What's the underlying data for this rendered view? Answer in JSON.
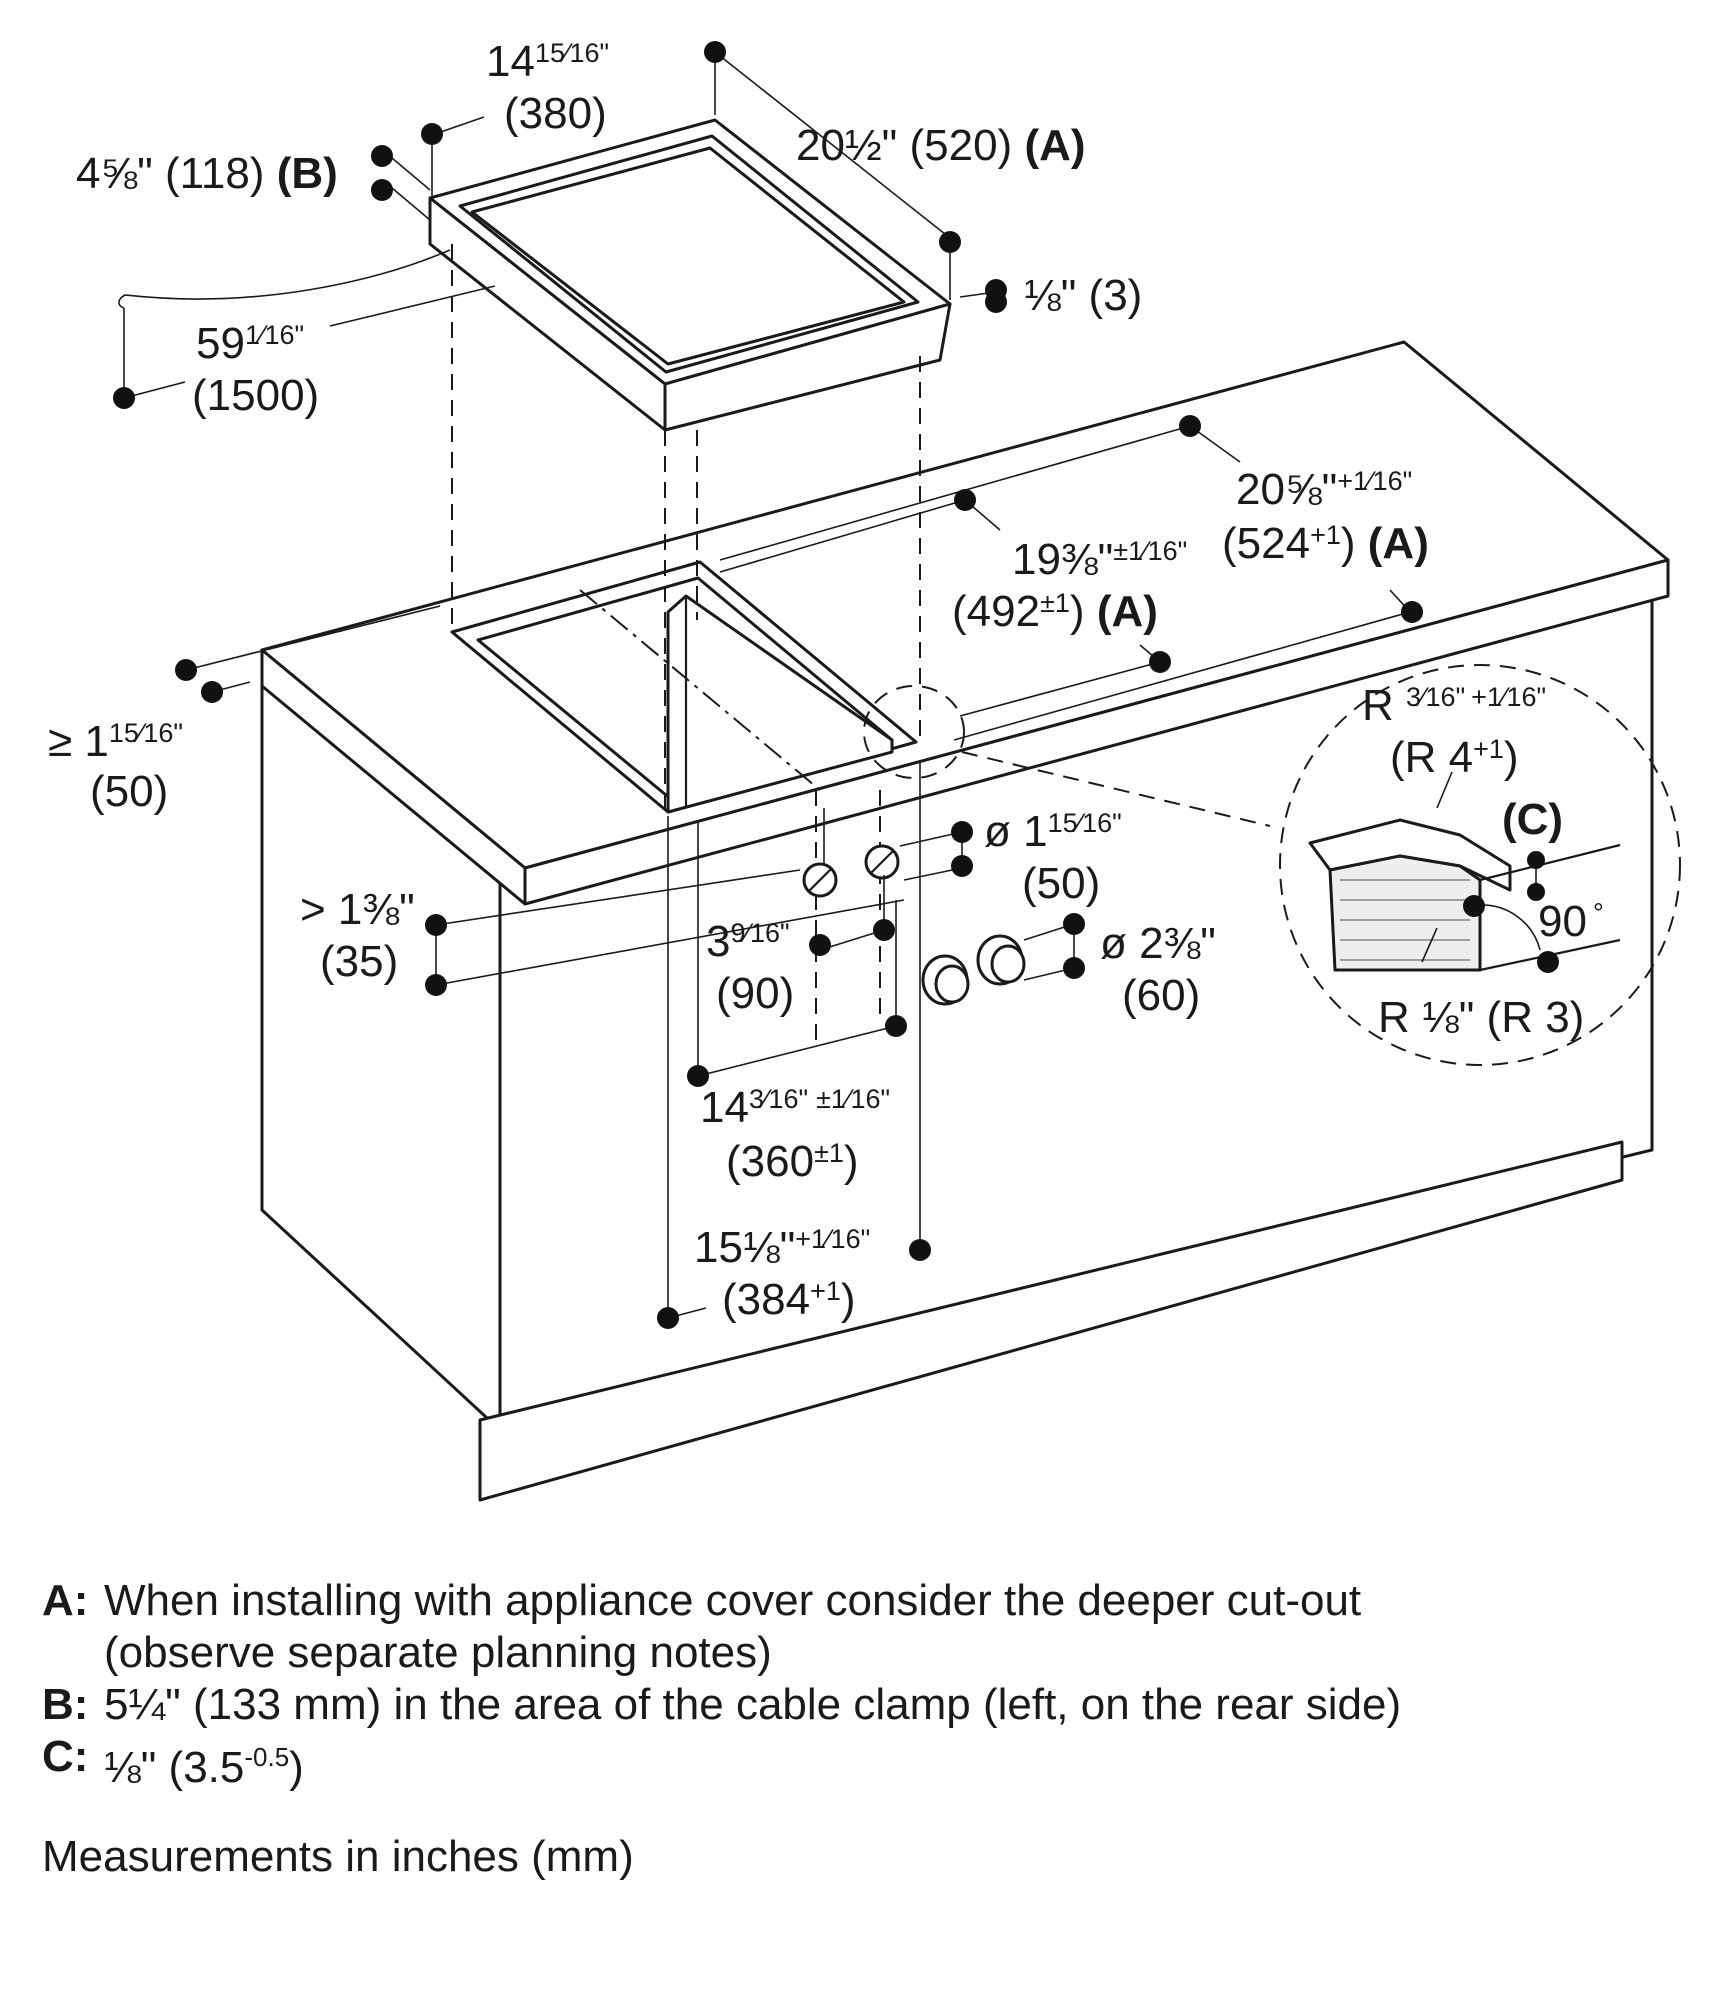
{
  "labels": {
    "width_inch": "14",
    "width_frac": "15⁄16\"",
    "width_mm": "(380)",
    "height_b": "4⅝\" (118)",
    "key_b": "(B)",
    "depth_a": "20½\" (520)",
    "key_a": "(A)",
    "edge_eighth": "⅛\" (3)",
    "cable_inch": "59",
    "cable_frac": "1⁄16\"",
    "cable_mm": "(1500)",
    "cut_outer_inch": "20⅝\"",
    "cut_outer_tol": "+1⁄16\"",
    "cut_outer_mm": "(524",
    "cut_outer_mm_tol": "+1",
    "cut_inner_inch": "19⅜\"",
    "cut_inner_tol": "±1⁄16\"",
    "cut_inner_mm": "(492",
    "cut_inner_mm_tol": "±1",
    "front_min_inch": "≥ 1",
    "front_min_frac": "15⁄16\"",
    "front_min_mm": "(50)",
    "thick_inch": "> 1⅜\"",
    "thick_mm": "(35)",
    "hole_small_inch": "ø 1",
    "hole_small_frac": "15⁄16\"",
    "hole_small_mm": "(50)",
    "hole_big_inch": "ø 2⅜\"",
    "hole_big_mm": "(60)",
    "spacing_inch": "3",
    "spacing_frac": "9⁄16\"",
    "spacing_mm": "(90)",
    "cut_w_inch": "14",
    "cut_w_frac": "3⁄16\"",
    "cut_w_tol": "±1⁄16\"",
    "cut_w_mm": "(360",
    "cut_w_mm_tol": "±1",
    "cut_w2_inch": "15⅛\"",
    "cut_w2_tol": "+1⁄16\"",
    "cut_w2_mm": "(384",
    "cut_w2_mm_tol": "+1",
    "radius_top": "R",
    "radius_top_frac": "3⁄16\"",
    "radius_top_tol": "+1⁄16\"",
    "radius_top_mm": "(R 4",
    "radius_top_mm_tol": "+1",
    "key_c": "(C)",
    "angle": "90",
    "angle_unit": "°",
    "radius_bottom": "R ⅛\" (R 3)",
    "close_paren": ")"
  },
  "notes": [
    {
      "key": "A:",
      "text": "When installing with appliance cover consider the deeper cut-out",
      "text2": "(observe separate planning notes)"
    },
    {
      "key": "B:",
      "text": "5¼\" (133 mm) in the area of the cable clamp (left, on the rear side)"
    },
    {
      "key": "C:",
      "text": "⅛\" (3.5",
      "sup": "-0.5",
      "tail": ")"
    }
  ],
  "footer": "Measurements in inches (mm)"
}
